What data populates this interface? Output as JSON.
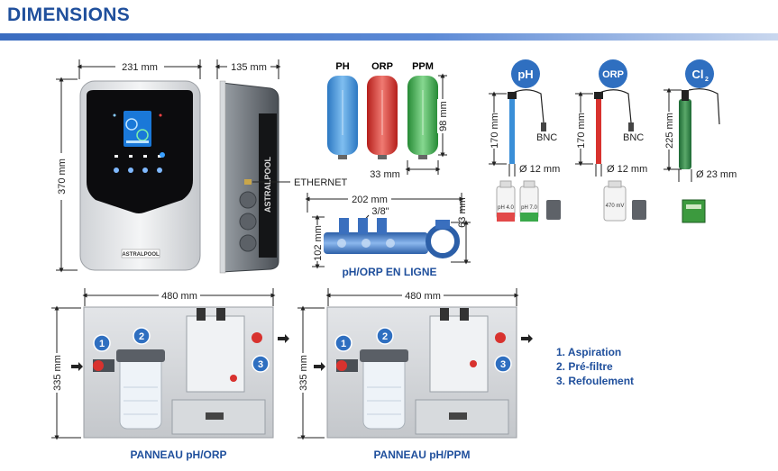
{
  "header": {
    "title": "DIMENSIONS"
  },
  "controller": {
    "width": "231 mm",
    "height": "370 mm",
    "depth": "135 mm",
    "brand": "ASTRALPOOL",
    "ethernet_label": "ETHERNET"
  },
  "probes": {
    "ph_label": "PH",
    "orp_label": "ORP",
    "ppm_label": "PPM",
    "height": "98 mm",
    "diameter": "33 mm"
  },
  "inline": {
    "length": "202 mm",
    "thread": "3/8\"",
    "height": "102 mm",
    "pipe": "63 mm",
    "caption": "pH/ORP EN LIGNE"
  },
  "electrodes": {
    "ph_badge": "pH",
    "orp_badge": "ORP",
    "cl_badge": "Cl",
    "cl_sub": "2",
    "ph_length": "170 mm",
    "orp_length": "170 mm",
    "cl_length": "225 mm",
    "ph_diameter": "Ø 12 mm",
    "orp_diameter": "Ø 12 mm",
    "cl_diameter": "Ø 23 mm",
    "connector": "BNC",
    "buffer_ph4": "pH 4.0",
    "buffer_ph7": "pH 7.0",
    "buffer_orp": "470 mV"
  },
  "panels": {
    "width": "480 mm",
    "height": "335 mm",
    "left_caption": "PANNEAU pH/ORP",
    "right_caption": "PANNEAU pH/PPM",
    "markers": [
      "1",
      "2",
      "3"
    ]
  },
  "legend": {
    "items": [
      "1. Aspiration",
      "2. Pré-filtre",
      "3. Refoulement"
    ]
  },
  "colors": {
    "accent": "#1f4f9c",
    "ph": "#3a8fd8",
    "orp": "#d8322e",
    "ppm": "#3aa84a",
    "marker": "#2f6fc0"
  }
}
